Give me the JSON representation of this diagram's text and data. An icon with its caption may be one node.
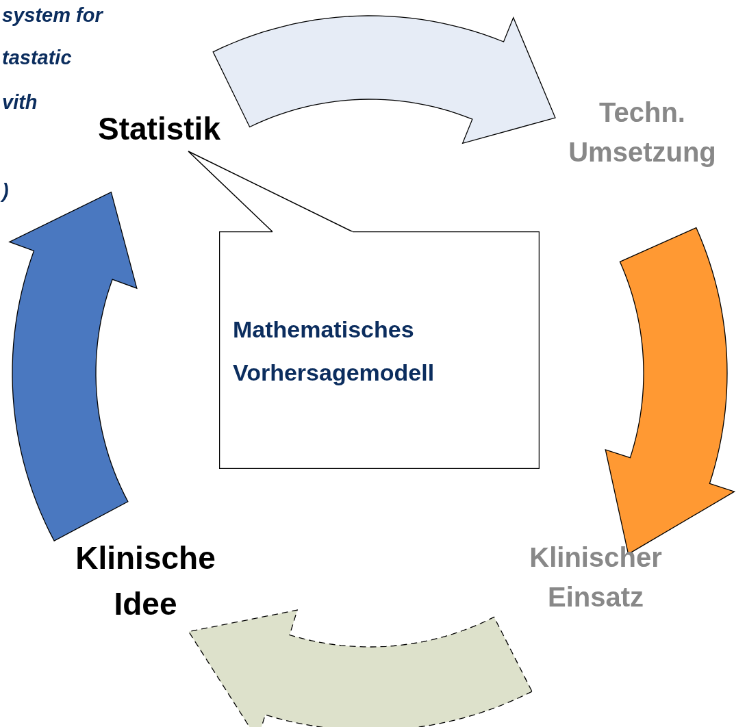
{
  "diagram": {
    "nodes": [
      {
        "text": [
          "Statistik"
        ]
      },
      {
        "text": [
          "Techn. Umsetzung"
        ]
      },
      {
        "text": [
          "Klinischer Einsatz"
        ]
      },
      {
        "text": [
          "Klinische Idee"
        ]
      },
      {
        "text": [
          "Mathematisches Vorhersagemodell"
        ]
      },
      {
        "text": [],
        "shape": "arrow"
      },
      {
        "text": [],
        "shape": "arrow"
      },
      {
        "text": [],
        "shape": "arrow"
      },
      {
        "text": [],
        "shape": "arrow"
      }
    ],
    "edges": [
      {
        "from": 4,
        "to": 0,
        "arrow": "none"
      }
    ],
    "labels": [
      "system for",
      "tastatic",
      "vith",
      ")"
    ]
  }
}
